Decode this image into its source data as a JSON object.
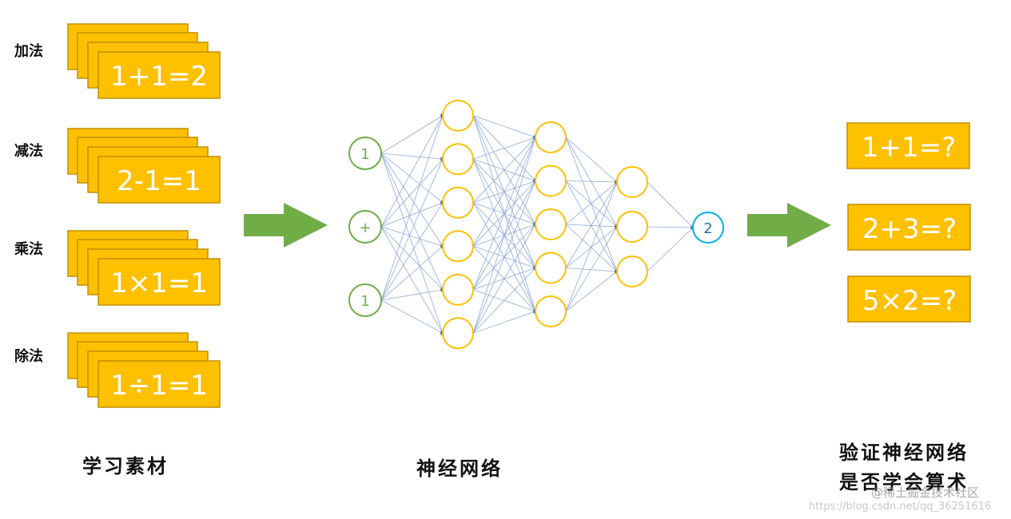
{
  "materials": {
    "groups": [
      {
        "label": "加法",
        "equation": "1+1=2"
      },
      {
        "label": "减法",
        "equation": "2-1=1"
      },
      {
        "label": "乘法",
        "equation": "1×1=1"
      },
      {
        "label": "除法",
        "equation": "1÷1=1"
      }
    ],
    "caption": "学习素材"
  },
  "network": {
    "inputs": [
      "1",
      "+",
      "1"
    ],
    "output": "2",
    "hidden_layer_sizes": [
      6,
      5,
      3
    ],
    "caption": "神经网络"
  },
  "tests": {
    "questions": [
      "1+1=?",
      "2+3=?",
      "5×2=?"
    ],
    "caption_line1": "验证神经网络",
    "caption_line2": "是否学会算术"
  },
  "watermark": {
    "line1": "@稀土掘金技术社区",
    "line2": "https://blog.csdn.net/qq_36251616"
  },
  "colors": {
    "card_fill": "#FFC000",
    "card_stroke": "#C09000",
    "arrow": "#70AD47",
    "input_node": "#70AD47",
    "hidden_node": "#FFC000",
    "output_node": "#00B0F0",
    "edge": "#8EA9DB",
    "dot": "#4472C4"
  }
}
